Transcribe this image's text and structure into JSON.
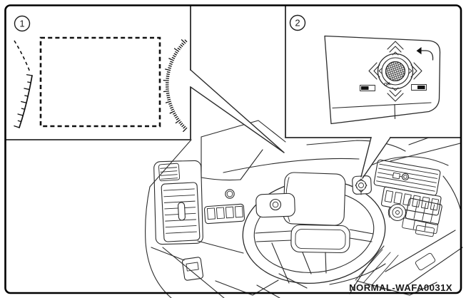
{
  "figure_code": "NORMAL-WAFA0031X",
  "callouts": {
    "display_badge": "1",
    "switch_badge": "2"
  },
  "switch_panel": {
    "ok_label": "OK",
    "icons": [
      "up-arrow-icon",
      "down-arrow-icon",
      "left-arrow-icon",
      "right-arrow-icon",
      "back-icon",
      "scroll-dial-icon",
      "left-indicator-icon",
      "right-indicator-icon"
    ]
  },
  "colors": {
    "line": "#2b2b2b",
    "border": "#000000",
    "background": "#ffffff",
    "label_text": "#1a1a1a"
  }
}
